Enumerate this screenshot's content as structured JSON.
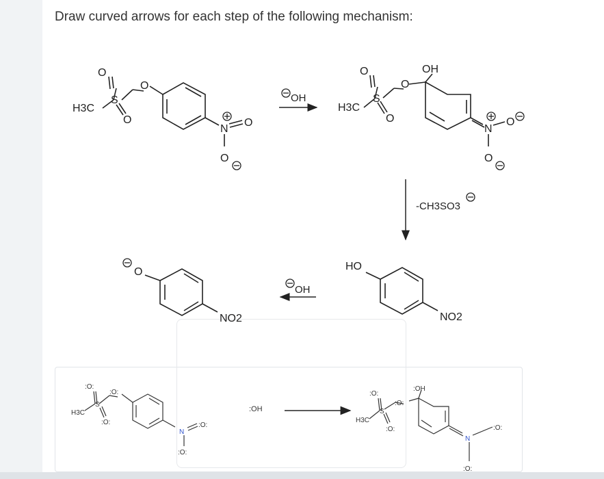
{
  "question": "Draw curved arrows for each step of the following mechanism:",
  "scheme": {
    "s1": {
      "sulfonyl_methyl": "H3C",
      "sulfur": "S",
      "o_top": "O",
      "o_bottom": "O",
      "o_link": "O",
      "n_plus": "N",
      "n_o_right": "O",
      "n_o_bottom": "O"
    },
    "r1": {
      "reagent": "OH"
    },
    "s2": {
      "sulfonyl_methyl": "H3C",
      "sulfur": "S",
      "o_top": "O",
      "o_bottom": "O",
      "o_link": "O",
      "oh": "OH",
      "n_plus": "N",
      "n_o_right": "O",
      "n_o_bottom": "O"
    },
    "r2": {
      "leaving_group": "-CH3SO3"
    },
    "s3": {
      "ho": "HO",
      "no2": "NO2"
    },
    "r3": {
      "reagent": "OH"
    },
    "s4": {
      "o_minus": "O",
      "no2": "NO2"
    }
  },
  "canvas": {
    "left": {
      "h3c": "H3C",
      "s": "S",
      "o_top": ":O:",
      "o_link": ":O:",
      "o_bottom": ":O:",
      "n": "N",
      "n_o_right": ":O:",
      "n_o_bottom": ":O:"
    },
    "middle": {
      "oh": ":OH"
    },
    "right": {
      "h3c": "H3C",
      "s": "S",
      "o_top": ":O:",
      "o_link": ":O:",
      "o_bottom": ":O:",
      "oh": ":OH",
      "n": "N",
      "n_o_right": ":O:",
      "n_o_bottom": ":O:"
    }
  },
  "colors": {
    "ink": "#222222",
    "nitrogen": "#3355cc",
    "panel_border": "#e1e4e8"
  }
}
